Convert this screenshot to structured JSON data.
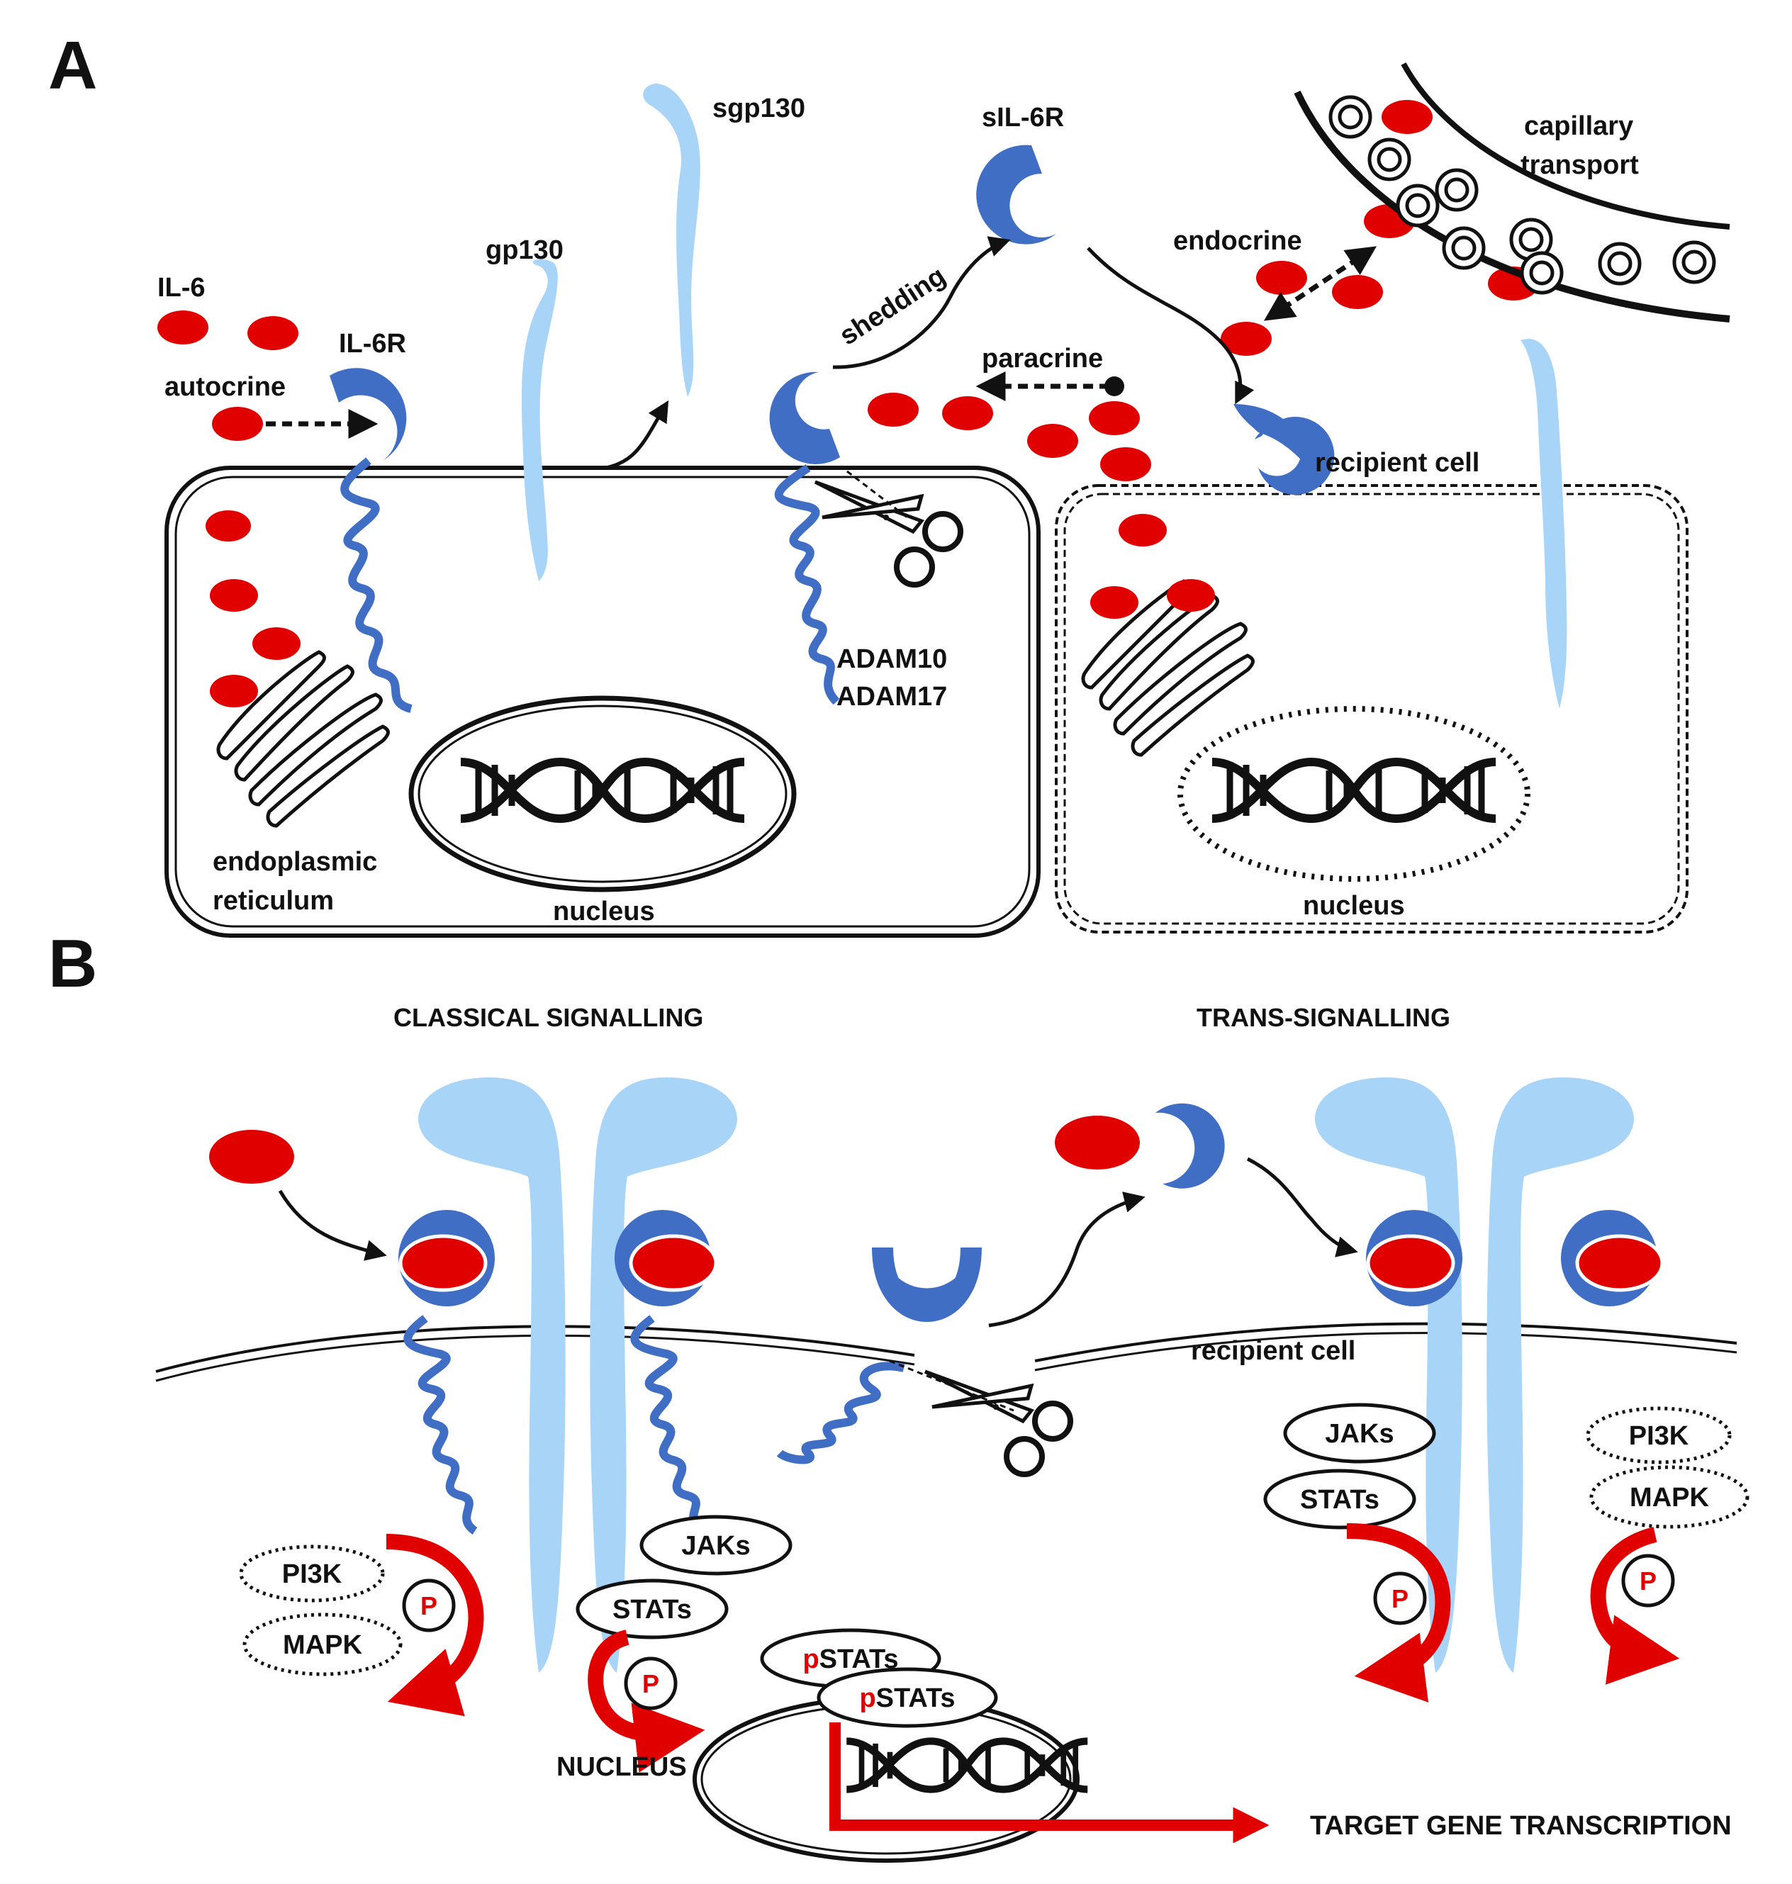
{
  "panels": {
    "a": "A",
    "b": "B"
  },
  "colors": {
    "il6": "#e00000",
    "receptor": "#3f6ec4",
    "gp130": "#a8d4f8",
    "arrow_red": "#e00000",
    "line": "#111111"
  },
  "labels_a": {
    "il6": "IL-6",
    "il6r": "IL-6R",
    "autocrine": "autocrine",
    "gp130": "gp130",
    "sgp130": "sgp130",
    "shedding": "shedding",
    "sil6r": "sIL-6R",
    "paracrine": "paracrine",
    "endocrine": "endocrine",
    "capillary_1": "capillary",
    "capillary_2": "transport",
    "recipient": "recipient cell",
    "adam10": "ADAM10",
    "adam17": "ADAM17",
    "er_1": "endoplasmic",
    "er_2": "reticulum",
    "nucleus_left": "nucleus",
    "nucleus_right": "nucleus"
  },
  "labels_b": {
    "classical": "CLASSICAL SIGNALLING",
    "trans": "TRANS-SIGNALLING",
    "recipient": "recipient cell",
    "pi3k_left": "PI3K",
    "mapk_left": "MAPK",
    "p": "P",
    "jaks_left": "JAKs",
    "stats_left": "STATs",
    "pstats_p": "p",
    "pstats_rest": "STATs",
    "nucleus": "NUCLEUS",
    "target": "TARGET GENE TRANSCRIPTION",
    "jaks_right": "JAKs",
    "stats_right": "STATs",
    "pi3k_right": "PI3K",
    "mapk_right": "MAPK"
  }
}
